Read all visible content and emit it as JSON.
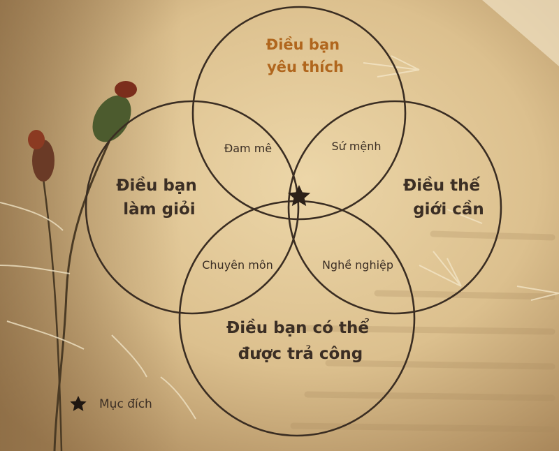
{
  "diagram": {
    "circles": {
      "love": [
        "Điều bạn",
        "yêu thích"
      ],
      "good_at": [
        "Điều bạn",
        "làm giỏi"
      ],
      "world_needs": [
        "Điều thế",
        "giới cần"
      ],
      "paid_for": [
        "Điều bạn có thể",
        "được trả công"
      ]
    },
    "overlaps": {
      "passion": "Đam mê",
      "mission": "Sứ mệnh",
      "profession": "Chuyên môn",
      "vocation": "Nghề nghiệp"
    },
    "center_icon": "star-icon",
    "legend": {
      "icon": "star-icon",
      "label": "Mục đích"
    }
  },
  "colors": {
    "paper": "#dcc08e",
    "ink": "#3a2d22",
    "accent": "#b0661d"
  }
}
